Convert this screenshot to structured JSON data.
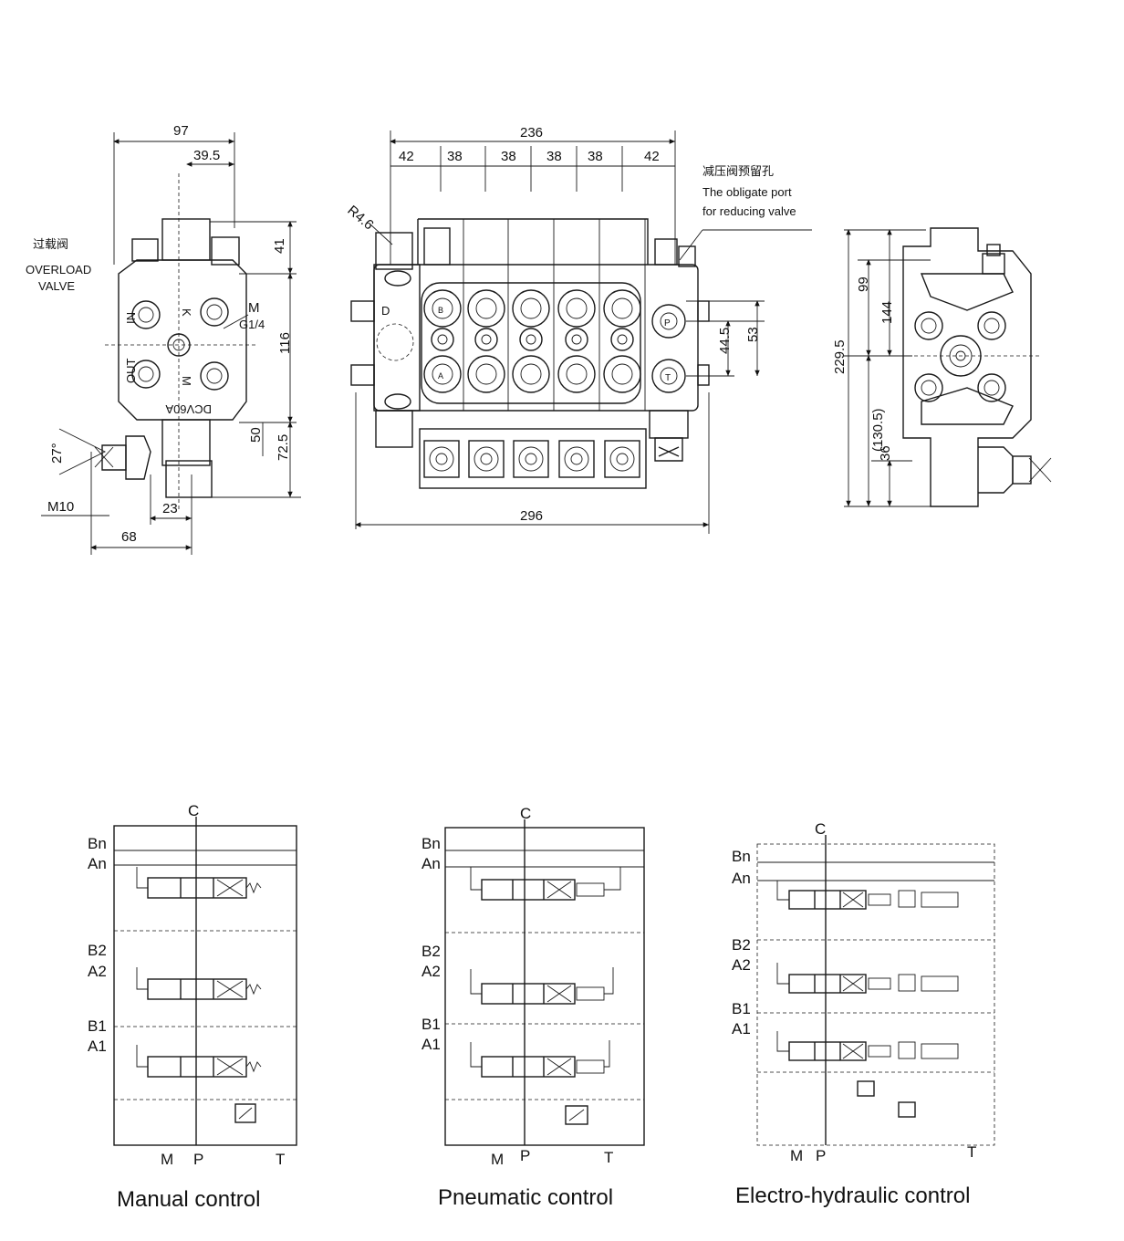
{
  "left_view": {
    "label_cn": "过载阀",
    "label_en_line1": "OVERLOAD",
    "label_en_line2": "VALVE",
    "dims": {
      "d97": "97",
      "d39_5": "39.5",
      "d41": "41",
      "d116": "116",
      "d72_5": "72.5",
      "d50": "50",
      "d27": "27°",
      "m10": "M10",
      "d23": "23",
      "d68": "68",
      "m": "M",
      "g14": "G1/4"
    },
    "body_text": {
      "in": "IN",
      "out": "OUT",
      "k": "K",
      "m": "M",
      "model": "DCV60A"
    }
  },
  "front_view": {
    "dims": {
      "overall_top": "236",
      "seg1": "42",
      "seg2": "38",
      "seg3": "38",
      "seg4": "38",
      "seg5": "38",
      "seg6": "42",
      "r46": "R4.6",
      "d44_5": "44.5",
      "d53": "53",
      "bottom": "296"
    },
    "note_cn": "减压阀预留孔",
    "note_en_line1": "The obligate port",
    "note_en_line2": "for reducing valve",
    "port_labels": {
      "d": "D",
      "p": "P",
      "t": "T",
      "a": "A",
      "b": "B"
    }
  },
  "right_view": {
    "dims": {
      "d229_5": "229.5",
      "d144": "144",
      "d99": "99",
      "d130_5": "(130.5)",
      "d36": "36"
    }
  },
  "schematics": [
    {
      "caption": "Manual control",
      "top_label": "C",
      "ports_left": [
        "Bn",
        "An",
        "B2",
        "A2",
        "B1",
        "A1"
      ],
      "ports_bottom": [
        "M",
        "P",
        "T"
      ]
    },
    {
      "caption": "Pneumatic control",
      "top_label": "C",
      "ports_left": [
        "Bn",
        "An",
        "B2",
        "A2",
        "B1",
        "A1"
      ],
      "ports_bottom": [
        "M",
        "P",
        "T"
      ]
    },
    {
      "caption": "Electro-hydraulic control",
      "top_label": "C",
      "ports_left": [
        "Bn",
        "An",
        "B2",
        "A2",
        "B1",
        "A1"
      ],
      "ports_bottom": [
        "M",
        "P",
        "T"
      ]
    }
  ]
}
